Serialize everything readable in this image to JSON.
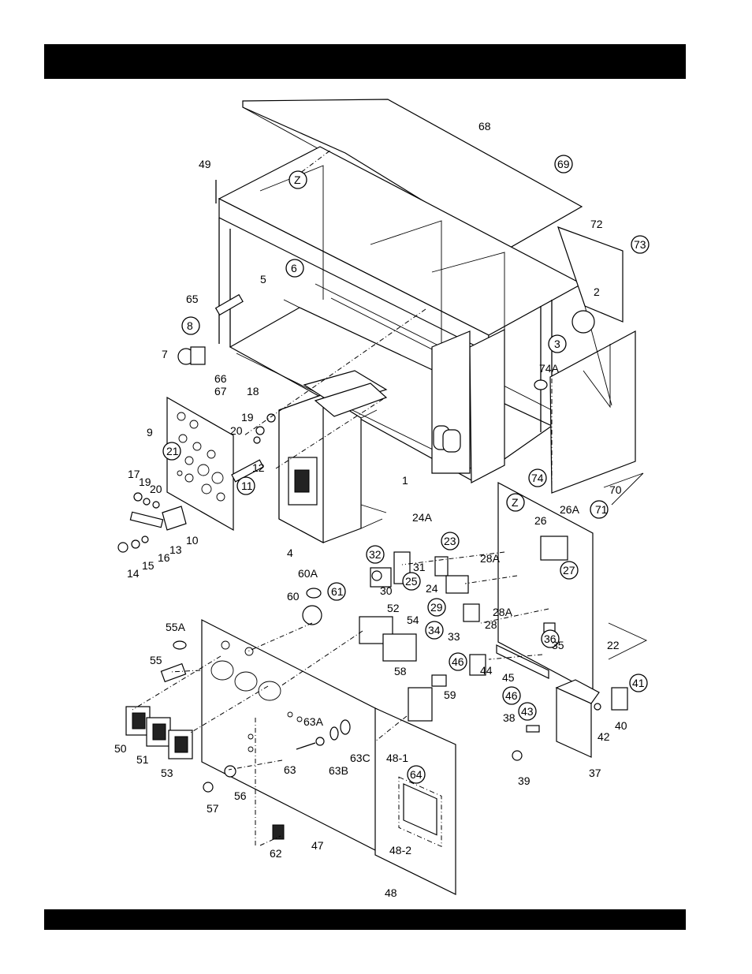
{
  "labels": {
    "l1": "1",
    "l2": "2",
    "l3": "3",
    "l4": "4",
    "l5": "5",
    "l6": "6",
    "l7": "7",
    "l8": "8",
    "l9": "9",
    "l10": "10",
    "l11": "11",
    "l12": "12",
    "l13": "13",
    "l14": "14",
    "l15": "15",
    "l16": "16",
    "l17": "17",
    "l18": "18",
    "l19a": "19",
    "l19b": "19",
    "l20a": "20",
    "l20b": "20",
    "l21": "21",
    "l22": "22",
    "l23": "23",
    "l24": "24",
    "l24A": "24A",
    "l25": "25",
    "l26": "26",
    "l26A": "26A",
    "l27": "27",
    "l28": "28",
    "l28Aa": "28A",
    "l28Ab": "28A",
    "l29": "29",
    "l30": "30",
    "l31": "31",
    "l32": "32",
    "l33": "33",
    "l34": "34",
    "l35": "35",
    "l36": "36",
    "l37": "37",
    "l38": "38",
    "l39": "39",
    "l40": "40",
    "l41": "41",
    "l42": "42",
    "l43": "43",
    "l44": "44",
    "l45": "45",
    "l46a": "46",
    "l46b": "46",
    "l47": "47",
    "l48": "48",
    "l48_1": "48-1",
    "l48_2": "48-2",
    "l49": "49",
    "l50": "50",
    "l51": "51",
    "l52": "52",
    "l53": "53",
    "l54": "54",
    "l55": "55",
    "l55A": "55A",
    "l56": "56",
    "l57": "57",
    "l58": "58",
    "l59": "59",
    "l60": "60",
    "l60A": "60A",
    "l61": "61",
    "l62": "62",
    "l63": "63",
    "l63A": "63A",
    "l63B": "63B",
    "l63C": "63C",
    "l64": "64",
    "l65": "65",
    "l66": "66",
    "l67": "67",
    "l68": "68",
    "l69": "69",
    "l70": "70",
    "l71": "71",
    "l72": "72",
    "l73": "73",
    "l74": "74",
    "l74A": "74A",
    "lZa": "Z",
    "lZb": "Z"
  }
}
